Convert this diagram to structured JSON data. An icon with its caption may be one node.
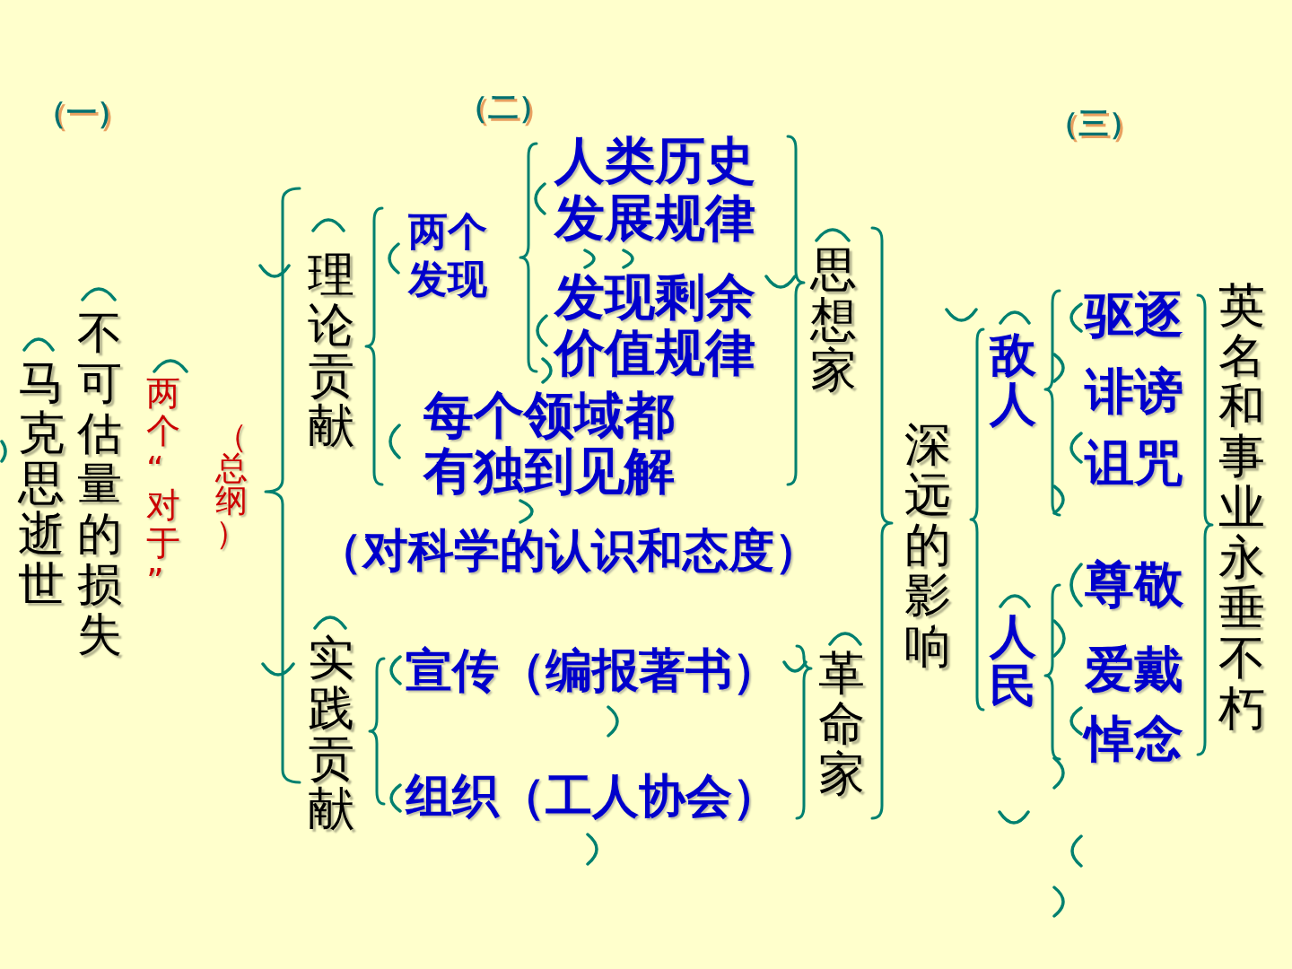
{
  "diagram": {
    "labels": [
      "（一）",
      "马克思逝世",
      "不可估量的损失",
      "两个“对于”",
      "（总纲）",
      "（二）",
      "理论贡献",
      "两个发现",
      "人类历史发展规律",
      "发现剩余价值规律",
      "每个领域都有独到见解",
      "（对科学的认识和态度）",
      "实践贡献",
      "宣传（编报著书）",
      "组织（工人协会）",
      "思想家",
      "革命家",
      "深远的影响",
      "（三）",
      "敌人",
      "驱逐",
      "诽谤",
      "诅咒",
      "人民",
      "尊敬",
      "爱戴",
      "悼念",
      "英名和事业永垂不朽"
    ]
  }
}
